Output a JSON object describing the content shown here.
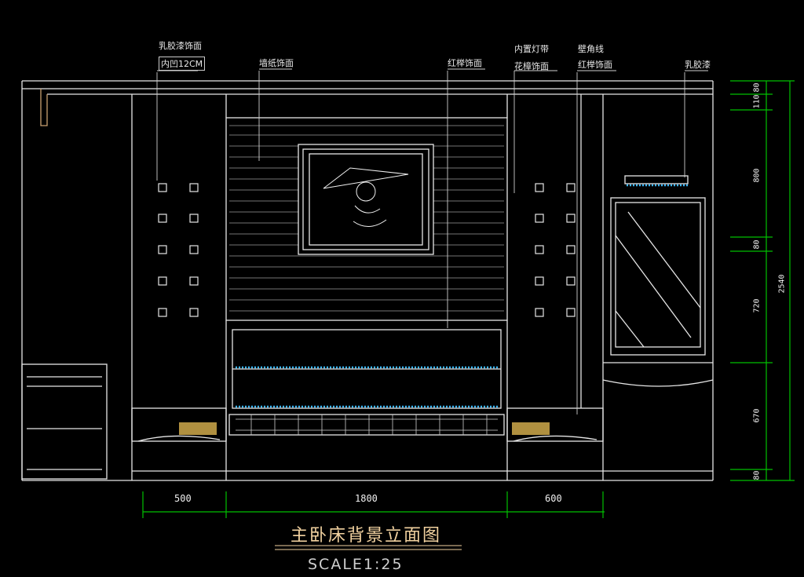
{
  "title": "主卧床背景立面图",
  "scale": "SCALE1:25",
  "annotations": {
    "a1": "乳胶漆饰面",
    "a1b": "内凹12CM",
    "a2": "墙纸饰面",
    "a3": "红榉饰面",
    "a4": "内置灯带",
    "a4b": "花樟饰面",
    "a5": "壁角线",
    "a5b": "红榉饰面",
    "a6": "乳胶漆"
  },
  "dims_horizontal": [
    "500",
    "1800",
    "600"
  ],
  "dims_vertical": [
    "110",
    "80",
    "800",
    "80",
    "720",
    "670",
    "80"
  ],
  "dim_total": "2540",
  "colors": {
    "line": "#ffffff",
    "dim": "#00c000",
    "title": "#f2d2a0",
    "light": "#40c0ff"
  }
}
